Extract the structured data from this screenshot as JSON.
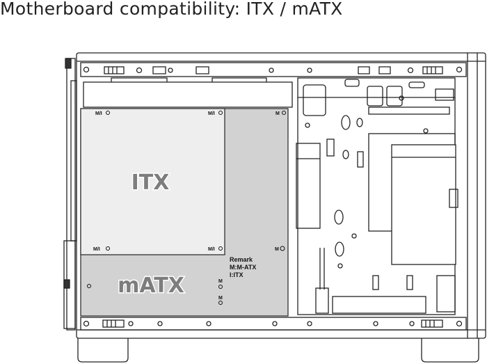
{
  "title": "Motherboard compatibility: ITX / mATX",
  "zones": {
    "itx": {
      "label": "ITX",
      "fill": "#eeeeee"
    },
    "matx": {
      "label": "mATX",
      "fill": "#d2d2d2"
    }
  },
  "mount_marks": {
    "itx_top_left": "M/I",
    "itx_top_right": "M/I",
    "itx_bottom_left": "M/I",
    "itx_bottom_right": "M/I",
    "matx_top_right": "M",
    "matx_mid_right": "M",
    "matx_lower_1": "M",
    "matx_lower_2": "M"
  },
  "remark": {
    "line1": "Remark",
    "line2": "M:M-ATX",
    "line3": "I:ITX"
  },
  "colors": {
    "outline": "#222222",
    "case_fill": "#ffffff"
  }
}
